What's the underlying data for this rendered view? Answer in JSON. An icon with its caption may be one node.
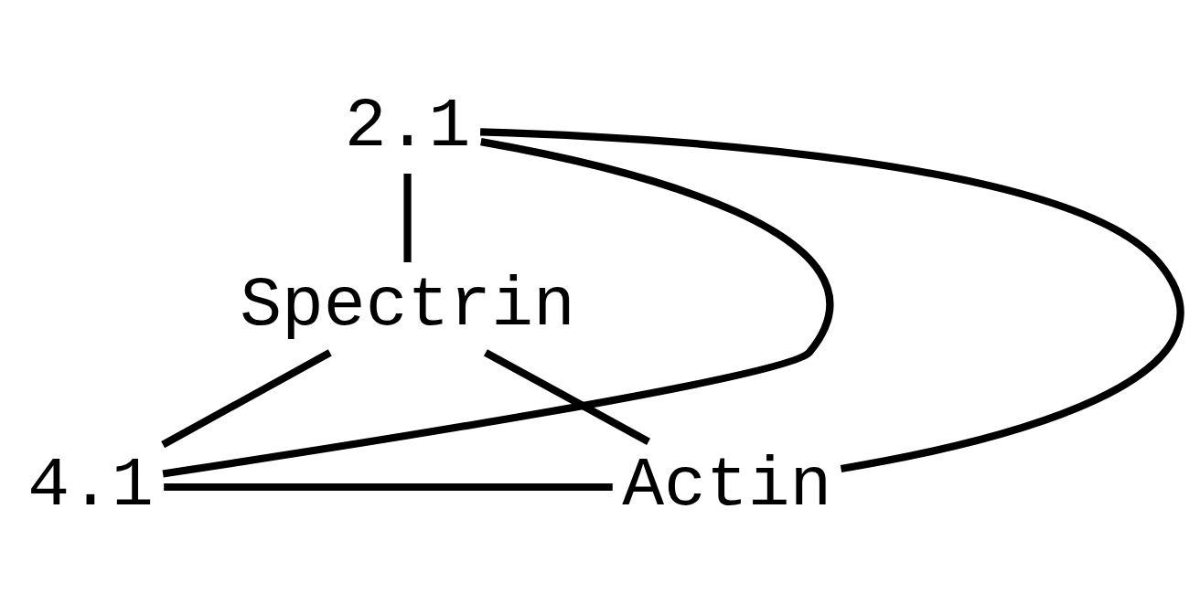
{
  "diagram": {
    "nodes": [
      {
        "text": [
          "2.1"
        ]
      },
      {
        "text": [
          "Spectrin"
        ]
      },
      {
        "text": [
          "4.1"
        ]
      },
      {
        "text": [
          "Actin"
        ]
      }
    ],
    "edges": [
      {
        "from": 0,
        "to": 2,
        "arrow": "none"
      },
      {
        "from": 0,
        "to": 1,
        "arrow": "none"
      },
      {
        "from": 0,
        "to": 3,
        "arrow": "none"
      },
      {
        "from": 1,
        "to": 2,
        "arrow": "none"
      },
      {
        "from": 1,
        "to": 3,
        "arrow": "none"
      },
      {
        "from": 2,
        "to": 3,
        "arrow": "none"
      }
    ]
  }
}
